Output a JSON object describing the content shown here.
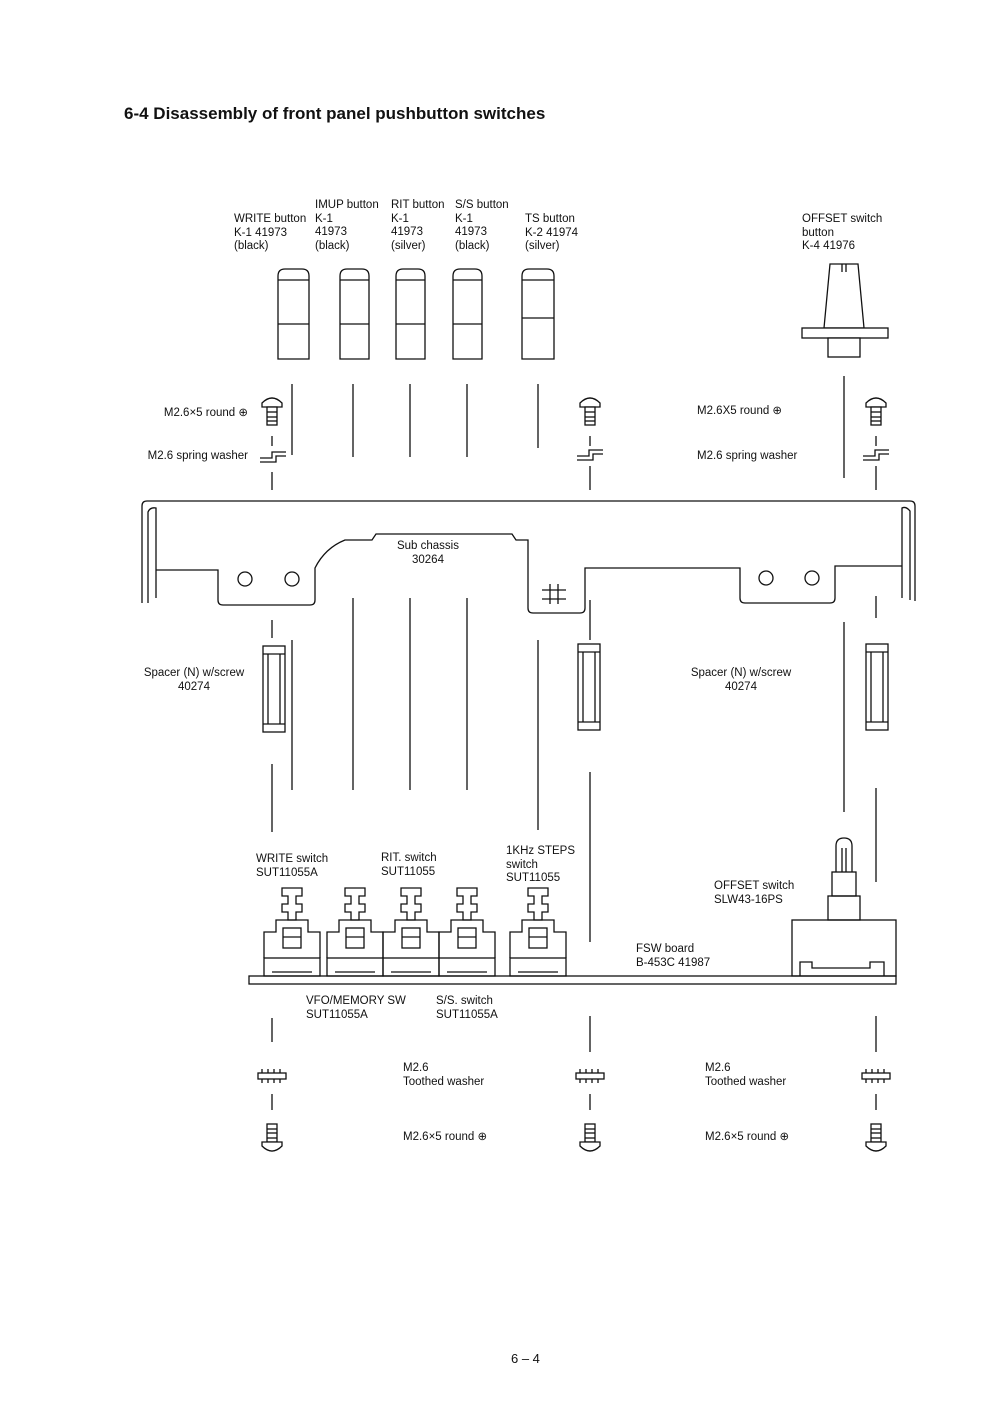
{
  "title": "6-4 Disassembly of front panel pushbutton switches",
  "page_number": "6 – 4",
  "buttons": {
    "write": [
      "WRITE button",
      "K-1 41973",
      "(black)"
    ],
    "imup": [
      "IMUP button",
      "K-1",
      "41973",
      "(black)"
    ],
    "rit": [
      "RIT button",
      "K-1",
      "41973",
      "(silver)"
    ],
    "ss": [
      "S/S button",
      "K-1",
      "41973",
      "(black)"
    ],
    "ts": [
      "TS button",
      "K-2 41974",
      "(silver)"
    ],
    "offset": [
      "OFFSET switch",
      "button",
      "K-4 41976"
    ]
  },
  "screws_top": {
    "left_screw": "M2.6×5 round ⊕",
    "left_washer": "M2.6 spring washer",
    "right_screw": "M2.6X5 round ⊕",
    "right_washer": "M2.6 spring washer"
  },
  "sub_chassis": [
    "Sub chassis",
    "30264"
  ],
  "spacer_left": [
    "Spacer (N) w/screw",
    "40274"
  ],
  "spacer_right": [
    "Spacer (N) w/screw",
    "40274"
  ],
  "switches": {
    "write": [
      "WRITE switch",
      "SUT11055A"
    ],
    "rit": [
      "RIT. switch",
      "SUT11055"
    ],
    "khz": [
      "1KHz STEPS",
      "switch",
      "SUT11055"
    ],
    "offset": [
      "OFFSET switch",
      "SLW43-16PS"
    ],
    "fsw": [
      "FSW board",
      "B-453C 41987"
    ],
    "vfo": [
      "VFO/MEMORY SW",
      "SUT11055A"
    ],
    "ss": [
      "S/S. switch",
      "SUT11055A"
    ]
  },
  "bottom_hardware": {
    "washer_mid": [
      "M2.6",
      "Toothed washer"
    ],
    "washer_right": [
      "M2.6",
      "Toothed washer"
    ],
    "screw_mid": "M2.6×5 round ⊕",
    "screw_right": "M2.6×5 round ⊕"
  }
}
